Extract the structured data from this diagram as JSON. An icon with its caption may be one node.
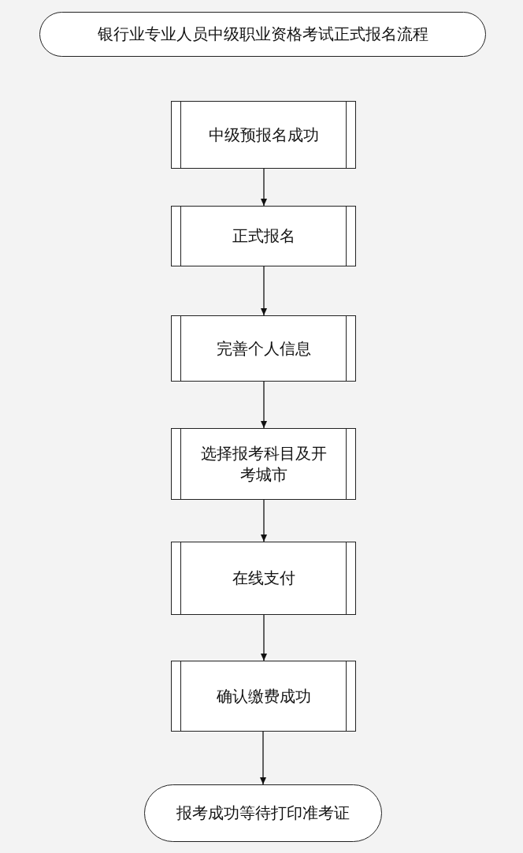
{
  "diagram": {
    "nodes": [
      {
        "text": [
          "银行业专业人员中级职业资格考试正式报名流程"
        ]
      },
      {
        "text": [
          "中级预报名成功"
        ]
      },
      {
        "text": [
          "正式报名"
        ]
      },
      {
        "text": [
          "完善个人信息"
        ]
      },
      {
        "text": [
          "选择报考科目及开考城市"
        ]
      },
      {
        "text": [
          "在线支付"
        ]
      },
      {
        "text": [
          "确认缴费成功"
        ]
      },
      {
        "text": [
          "报考成功等待打印准考证"
        ]
      }
    ],
    "edges": [
      {
        "from": 1,
        "to": 2,
        "arrow": "to"
      },
      {
        "from": 2,
        "to": 3,
        "arrow": "to"
      },
      {
        "from": 3,
        "to": 4,
        "arrow": "to"
      },
      {
        "from": 4,
        "to": 5,
        "arrow": "to"
      },
      {
        "from": 5,
        "to": 6,
        "arrow": "to"
      },
      {
        "from": 6,
        "to": 7,
        "arrow": "to"
      }
    ]
  }
}
